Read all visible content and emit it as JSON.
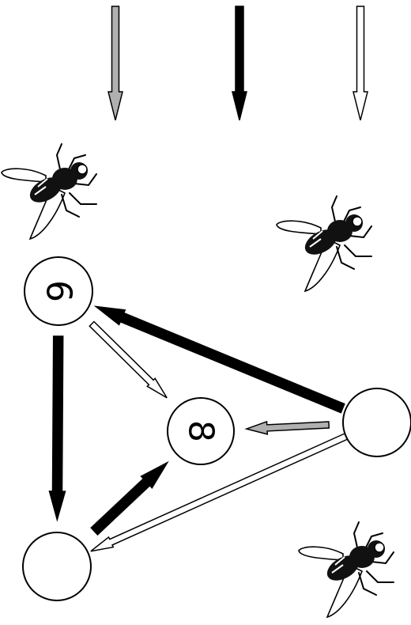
{
  "legend": [
    {
      "id": "gray",
      "fill": "#b0b0b0"
    },
    {
      "id": "black",
      "fill": "#000000"
    },
    {
      "id": "white",
      "fill": "#ffffff"
    }
  ],
  "nodes": [
    {
      "id": "top-left",
      "label": "6"
    },
    {
      "id": "center",
      "label": "8"
    },
    {
      "id": "right",
      "label": ""
    },
    {
      "id": "bottom-left",
      "label": ""
    }
  ],
  "edges": [
    {
      "from": "right",
      "to": "top-left",
      "color": "black"
    },
    {
      "from": "top-left",
      "to": "center",
      "color": "white"
    },
    {
      "from": "right",
      "to": "center",
      "color": "gray"
    },
    {
      "from": "top-left",
      "to": "bottom-left",
      "color": "black"
    },
    {
      "from": "bottom-left",
      "to": "center",
      "color": "black"
    },
    {
      "from": "right",
      "to": "bottom-left",
      "color": "white"
    }
  ],
  "decorations": {
    "fly_icon": "fly-icon",
    "fly_count": 3
  }
}
